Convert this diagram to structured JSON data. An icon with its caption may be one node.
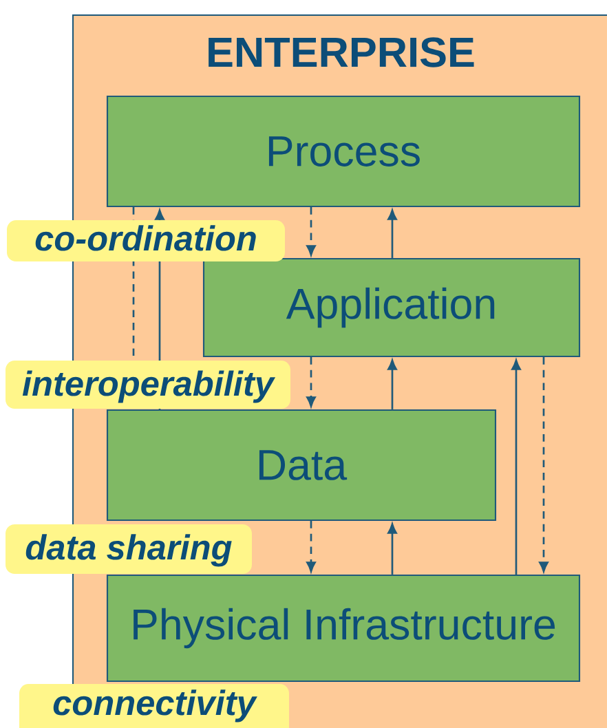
{
  "diagram": {
    "nodes": [
      {
        "text": [
          "ENTERPRISE"
        ]
      },
      {
        "text": [
          "Process"
        ],
        "in": 0
      },
      {
        "text": [
          "Application"
        ],
        "in": 0
      },
      {
        "text": [
          "Data"
        ],
        "in": 0
      },
      {
        "text": [
          "Physical Infrastructure"
        ],
        "in": 0
      }
    ],
    "edges": [
      {
        "from": 1,
        "to": 3,
        "arrow": "none",
        "style": "dashed"
      },
      {
        "from": 3,
        "to": 1,
        "arrow": "to"
      },
      {
        "from": 1,
        "to": 2,
        "arrow": "to",
        "style": "dashed"
      },
      {
        "from": 2,
        "to": 1,
        "arrow": "to"
      },
      {
        "from": 2,
        "to": 3,
        "arrow": "to",
        "style": "dashed"
      },
      {
        "from": 3,
        "to": 2,
        "arrow": "to"
      },
      {
        "from": 4,
        "to": 2,
        "arrow": "to"
      },
      {
        "from": 2,
        "to": 4,
        "arrow": "to",
        "style": "dashed"
      },
      {
        "from": 3,
        "to": 4,
        "arrow": "to",
        "style": "dashed"
      },
      {
        "from": 4,
        "to": 3,
        "arrow": "to"
      }
    ],
    "labels": [
      "co-ordination",
      "interoperability",
      "data sharing",
      "connectivity"
    ]
  }
}
